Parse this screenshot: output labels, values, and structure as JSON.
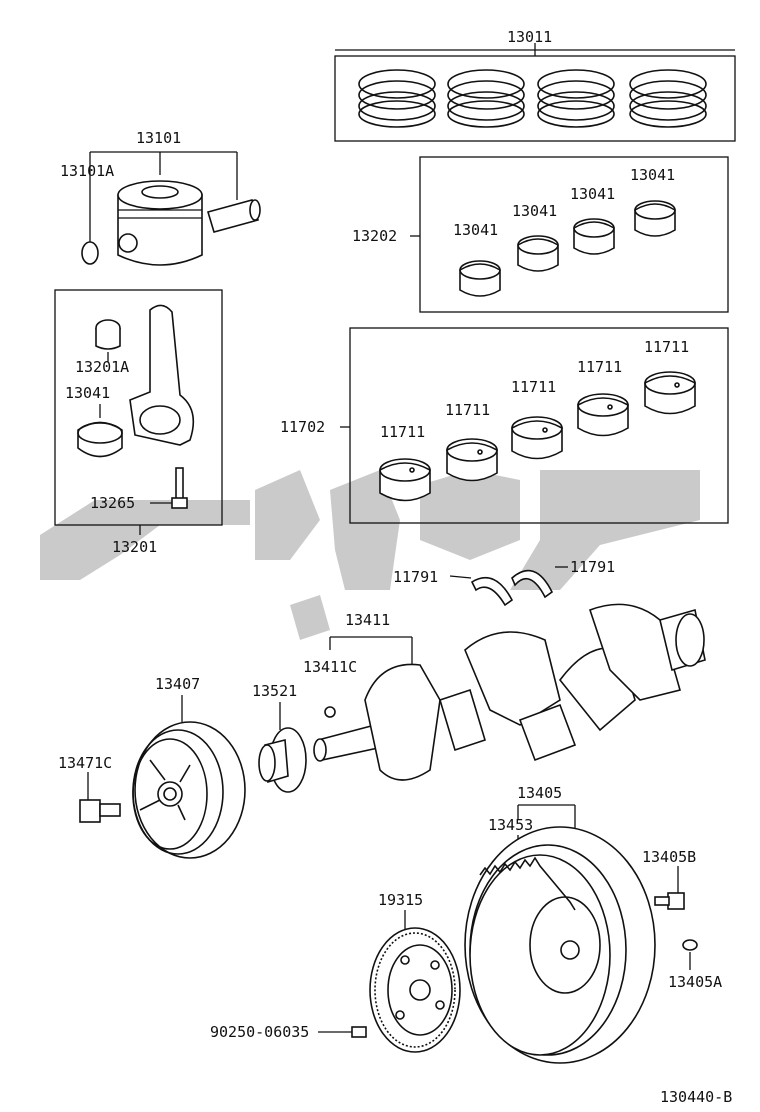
{
  "diagram": {
    "code": "130440-B",
    "labels": {
      "p13011": "13011",
      "p13101": "13101",
      "p13101A": "13101A",
      "p13202": "13202",
      "p13041_a": "13041",
      "p13041_b": "13041",
      "p13041_c": "13041",
      "p13041_d": "13041",
      "p13201A": "13201A",
      "p13041_rod": "13041",
      "p13265": "13265",
      "p13201": "13201",
      "p11702": "11702",
      "p11711_a": "11711",
      "p11711_b": "11711",
      "p11711_c": "11711",
      "p11711_d": "11711",
      "p11711_e": "11711",
      "p11791_l": "11791",
      "p11791_r": "11791",
      "p13411": "13411",
      "p13411C": "13411C",
      "p13407": "13407",
      "p13521": "13521",
      "p13471C": "13471C",
      "p13405": "13405",
      "p13453": "13453",
      "p13405B": "13405B",
      "p19315": "19315",
      "p13405A": "13405A",
      "p90250": "90250-06035"
    }
  }
}
